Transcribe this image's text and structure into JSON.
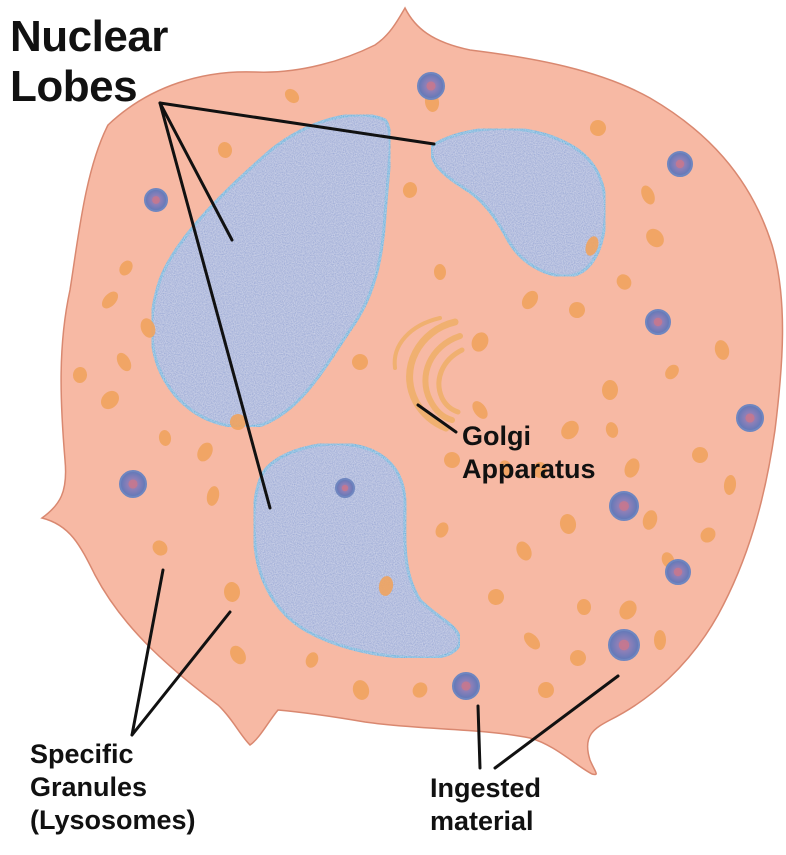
{
  "labels": {
    "nuclear_lobes": {
      "line1": "Nuclear",
      "line2": "Lobes"
    },
    "golgi": {
      "line1": "Golgi",
      "line2": "Apparatus"
    },
    "granules": {
      "line1": "Specific",
      "line2": "Granules",
      "line3": "(Lysosomes)"
    },
    "ingested": {
      "line1": "Ingested",
      "line2": "material"
    }
  },
  "colors": {
    "cytoplasm": "#f7b9a4",
    "cell_outline": "#d98870",
    "nucleus_fill": "#8e9fd2",
    "nucleus_outline": "#3aa4d6",
    "granule": "#f0a35e",
    "ingested_fill": "#6f86c0",
    "ingested_core": "#c6788f",
    "golgi": "#f0b070",
    "pointer_line": "#111111"
  }
}
